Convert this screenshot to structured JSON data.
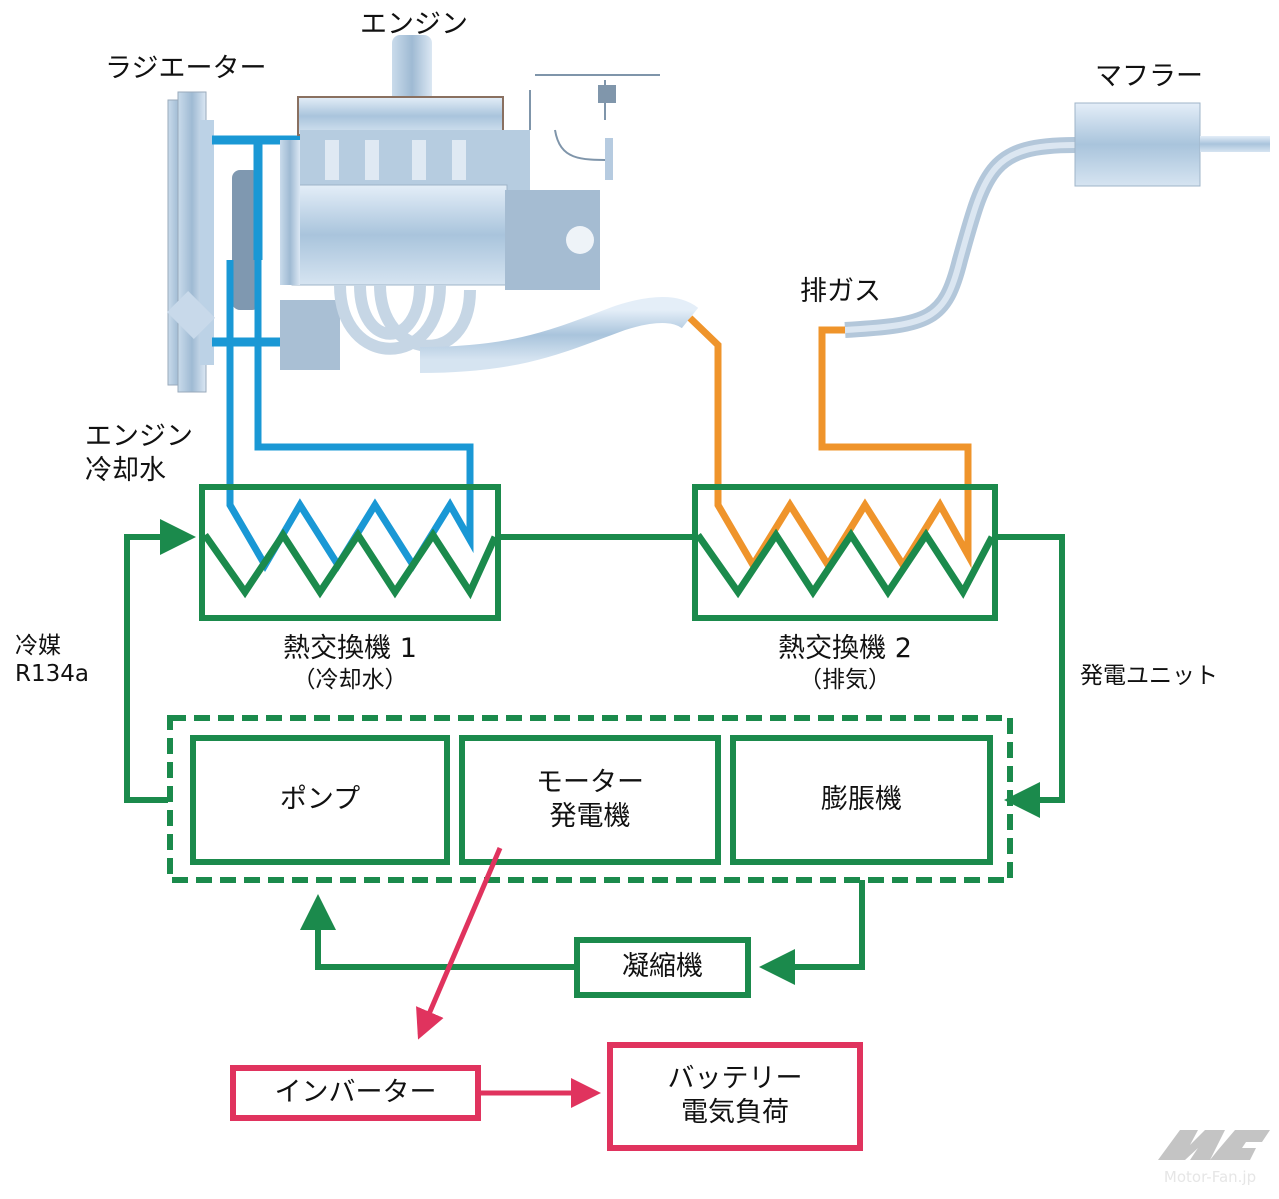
{
  "labels": {
    "radiator": "ラジエーター",
    "engine": "エンジン",
    "muffler": "マフラー",
    "exhaust_gas": "排ガス",
    "engine_coolant_1": "エンジン",
    "engine_coolant_2": "冷却水",
    "refrigerant_1": "冷媒",
    "refrigerant_2": "R134a",
    "hx1_title": "熱交換機 1",
    "hx1_sub": "（冷却水）",
    "hx2_title": "熱交換機 2",
    "hx2_sub": "（排気）",
    "power_unit": "発電ユニット",
    "pump": "ポンプ",
    "motor_1": "モーター",
    "motor_2": "発電機",
    "expander": "膨脹機",
    "condenser": "凝縮機",
    "inverter": "インバーター",
    "battery_1": "バッテリー",
    "battery_2": "電気負荷"
  },
  "watermark": "Motor-Fan.jp",
  "colors": {
    "refrigerant": "#1b8a4c",
    "coolant": "#1a98d5",
    "exhaust": "#ef942b",
    "electric": "#e0335e"
  }
}
